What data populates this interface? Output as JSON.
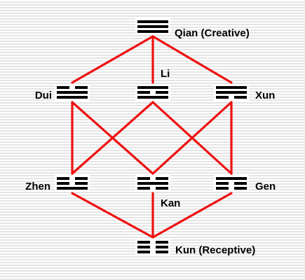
{
  "colors": {
    "edge": "#ee1111",
    "trigram": "#000000",
    "background_stripe": "#e4e4e4"
  },
  "trigrams": [
    {
      "id": "qian",
      "label": "Qian (Creative)",
      "lines": [
        "yang",
        "yang",
        "yang"
      ]
    },
    {
      "id": "dui",
      "label": "Dui",
      "lines": [
        "yin",
        "yang",
        "yang"
      ]
    },
    {
      "id": "li",
      "label": "Li",
      "lines": [
        "yang",
        "yin",
        "yang"
      ]
    },
    {
      "id": "xun",
      "label": "Xun",
      "lines": [
        "yang",
        "yang",
        "yin"
      ]
    },
    {
      "id": "zhen",
      "label": "Zhen",
      "lines": [
        "yin",
        "yin",
        "yang"
      ]
    },
    {
      "id": "kan",
      "label": "Kan",
      "lines": [
        "yin",
        "yang",
        "yin"
      ]
    },
    {
      "id": "gen",
      "label": "Gen",
      "lines": [
        "yang",
        "yin",
        "yin"
      ]
    },
    {
      "id": "kun",
      "label": "Kun (Receptive)",
      "lines": [
        "yin",
        "yin",
        "yin"
      ]
    }
  ],
  "edges": [
    [
      "qian",
      "dui"
    ],
    [
      "qian",
      "li"
    ],
    [
      "qian",
      "xun"
    ],
    [
      "dui",
      "zhen"
    ],
    [
      "dui",
      "kan"
    ],
    [
      "li",
      "zhen"
    ],
    [
      "li",
      "gen"
    ],
    [
      "xun",
      "kan"
    ],
    [
      "xun",
      "gen"
    ],
    [
      "zhen",
      "kun"
    ],
    [
      "kan",
      "kun"
    ],
    [
      "gen",
      "kun"
    ]
  ]
}
